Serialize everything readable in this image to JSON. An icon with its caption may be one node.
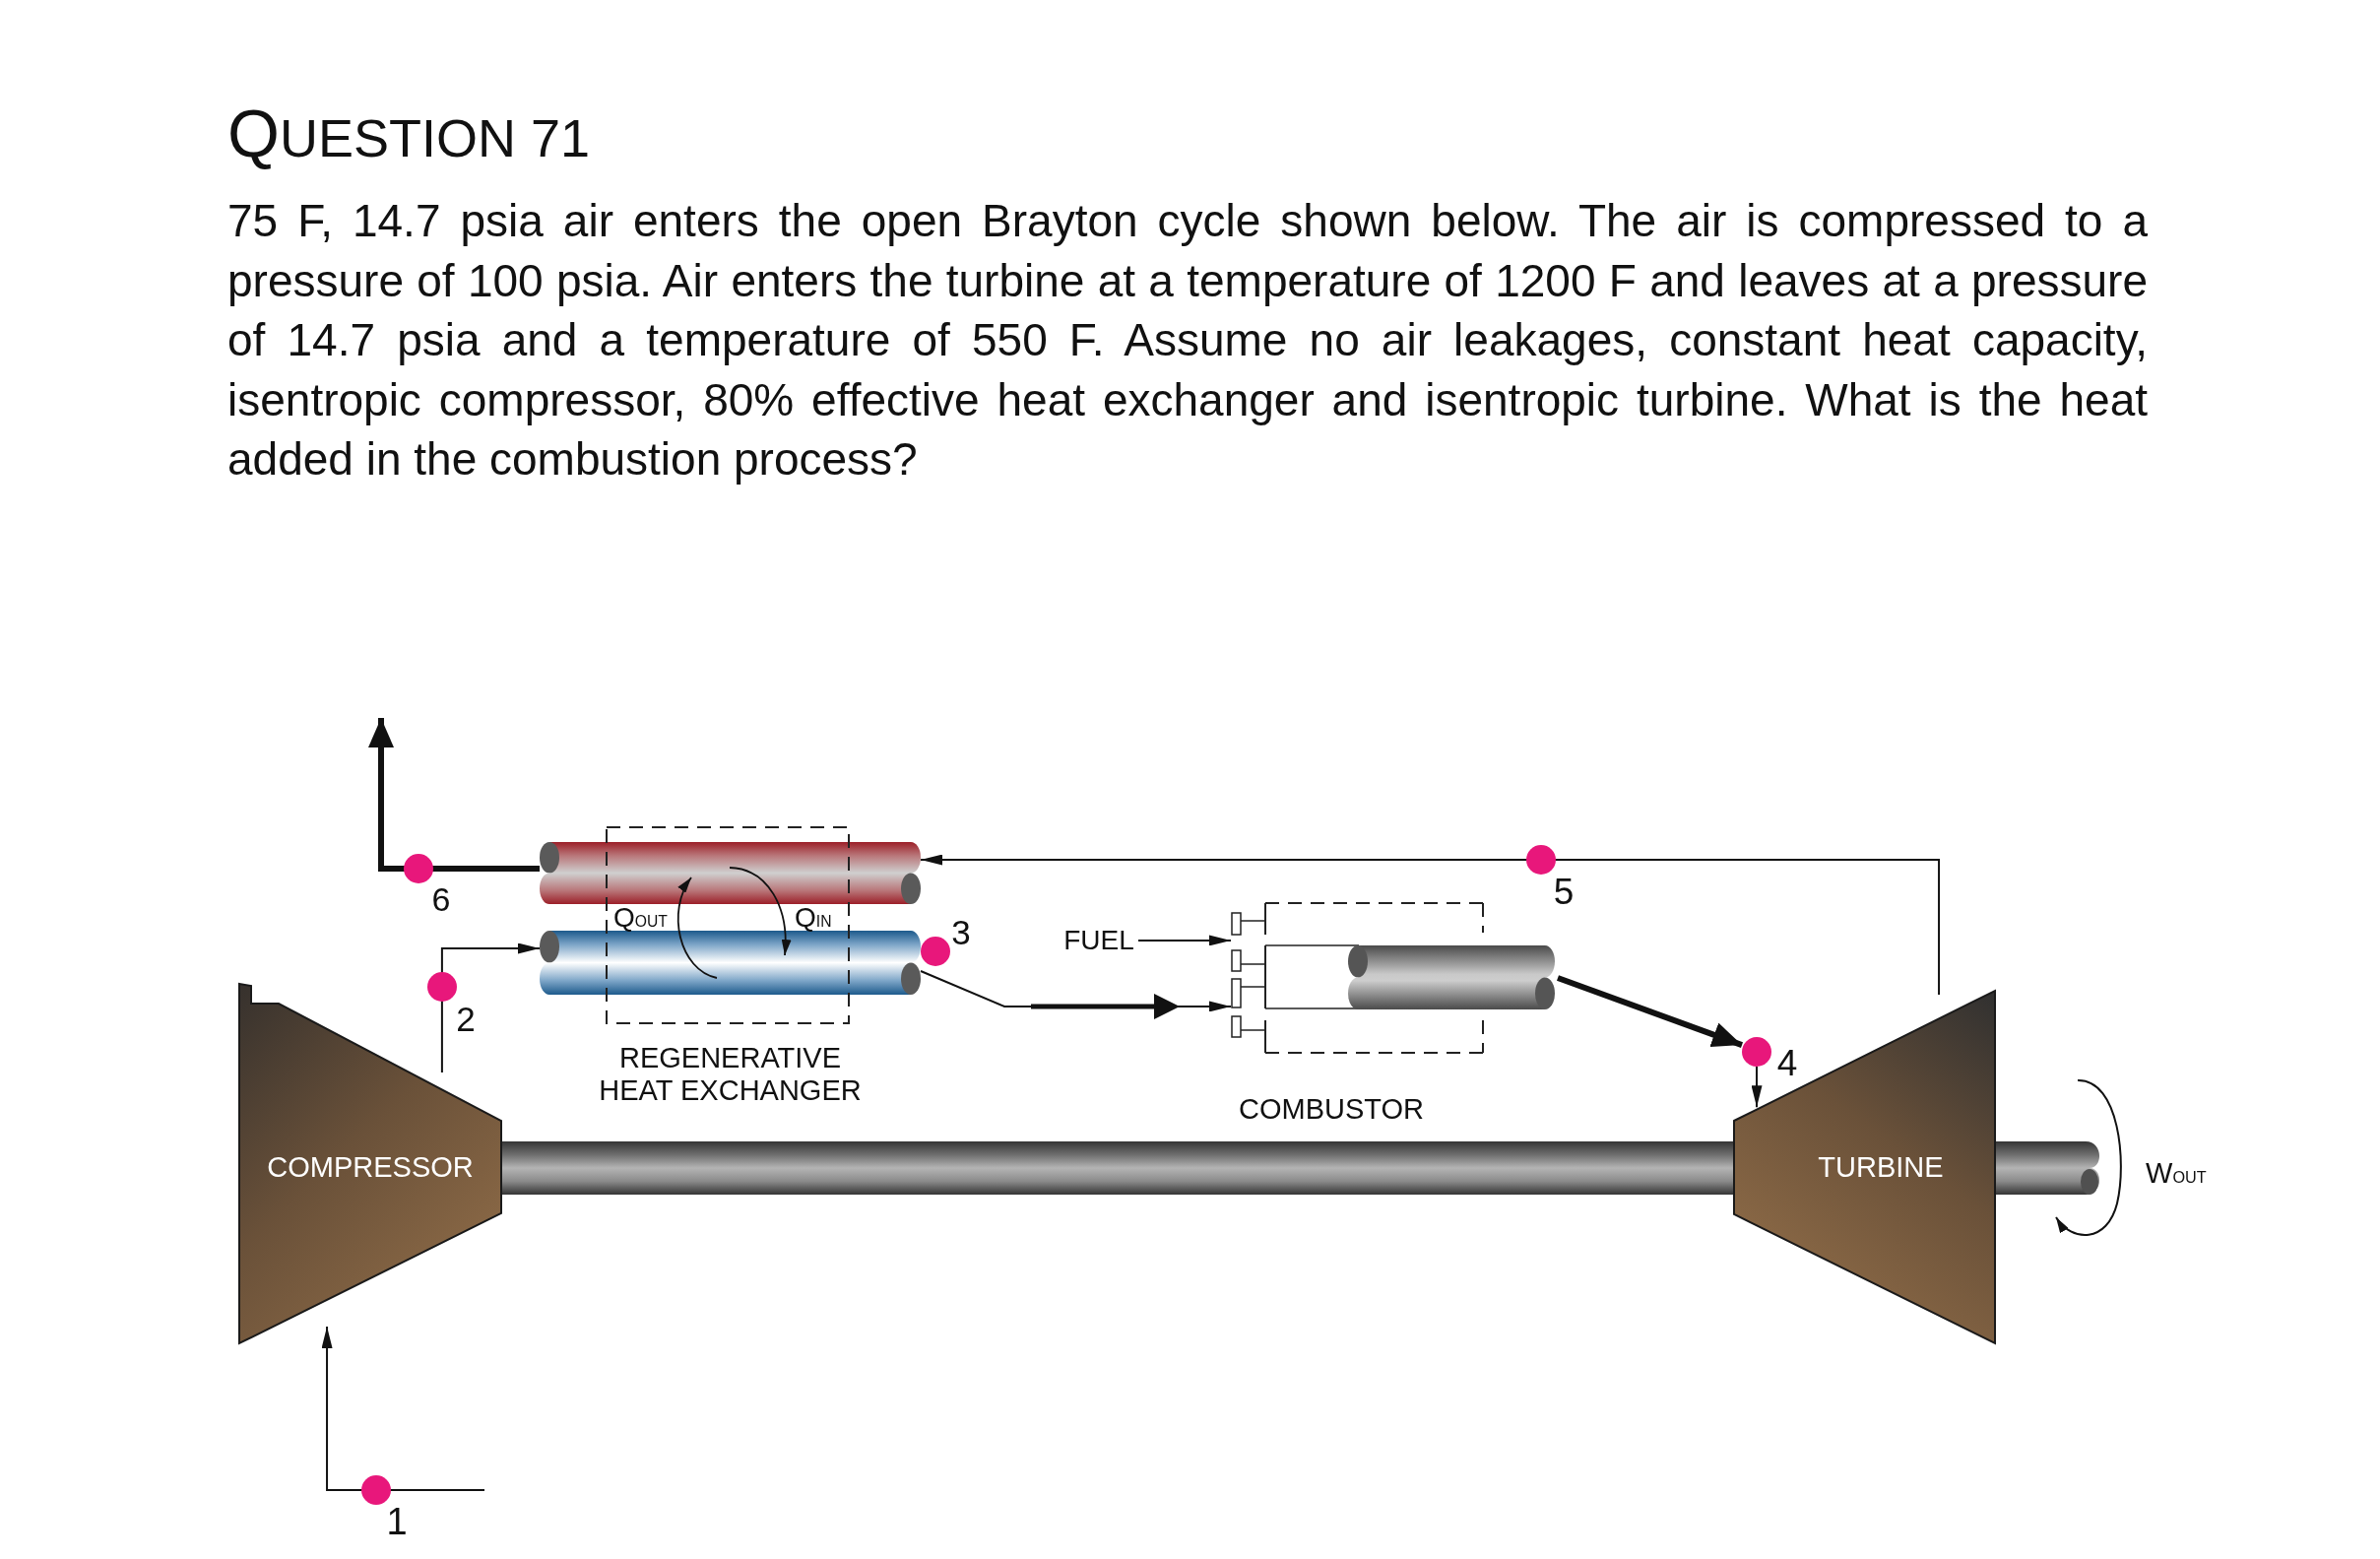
{
  "diagram": {
    "title": "QUESTION 71",
    "caption": "75 F, 14.7 psia air enters the open Brayton cycle shown below. The air is compressed to a pressure of 100 psia. Air enters the turbine at a temperature of 1200 F and leaves at a pressure of 14.7 psia and a temperature of 550 F. Assume no air leakages, constant heat capacity, isentropic compressor, 80% effective heat exchanger and isentropic turbine. What is the heat added in the combustion process?",
    "nodes": [
      {
        "text": [
          "COMPRESSOR"
        ]
      },
      {
        "text": [
          "REGENERATIVE HEAT EXCHANGER"
        ]
      },
      {
        "text": [
          "FUEL"
        ]
      },
      {
        "text": [
          "COMBUSTOR"
        ]
      },
      {
        "text": [
          "TURBINE"
        ]
      },
      {
        "text": [],
        "shape": "circle",
        "beside": [
          "4"
        ]
      }
    ],
    "edges": [
      {
        "from": null,
        "to": 0,
        "arrow": "to"
      },
      {
        "from": 0,
        "to": 1,
        "arrow": "to"
      },
      {
        "from": 1,
        "to": 3,
        "arrow": "to"
      },
      {
        "from": 2,
        "to": 3,
        "arrow": "to"
      },
      {
        "from": 3,
        "to": 5,
        "arrow": "to",
        "style": "thick"
      },
      {
        "from": 5,
        "to": 4,
        "arrow": "to"
      },
      {
        "from": 4,
        "to": 1,
        "arrow": "to"
      },
      {
        "from": 1,
        "to": null,
        "arrow": "to",
        "style": "thick"
      }
    ],
    "labels": [
      "6",
      "5",
      "Q$_{OUT}$",
      "Q$_{IN}$",
      "3",
      "2",
      "W$_{OUT}$",
      "1"
    ]
  }
}
